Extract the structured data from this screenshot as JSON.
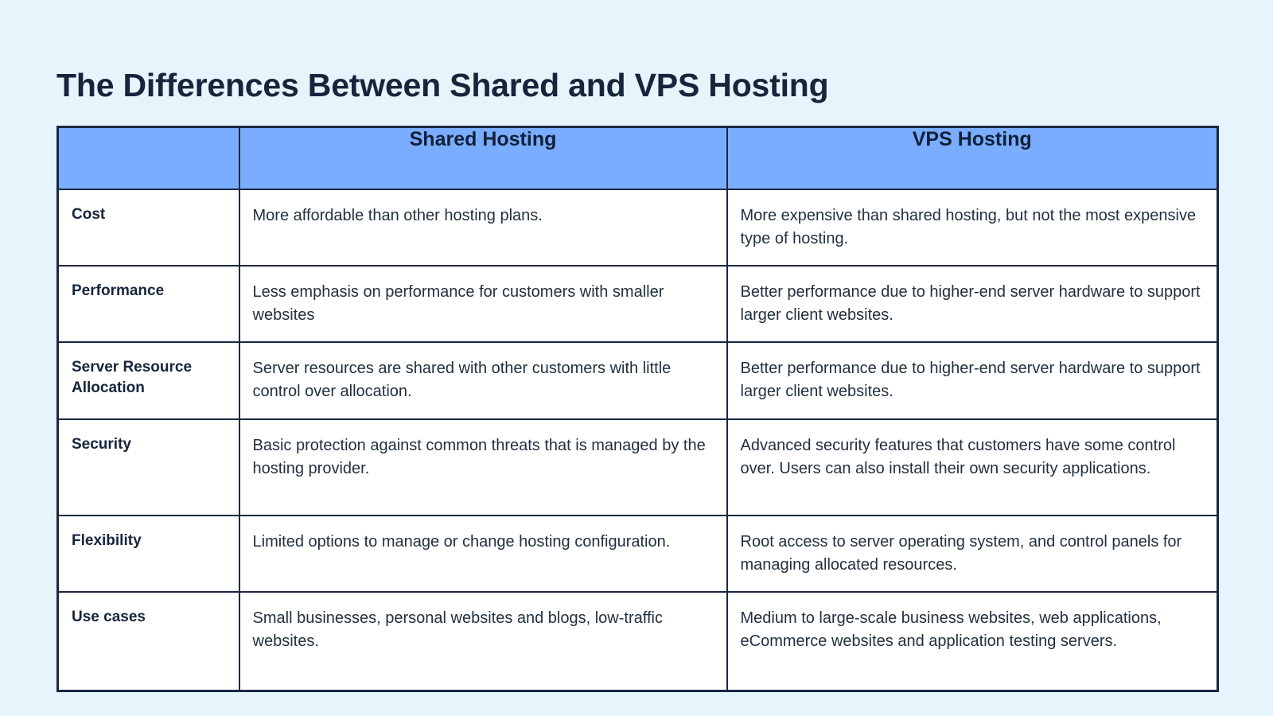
{
  "document": {
    "title": "The Differences Between Shared and VPS Hosting",
    "background_color": "#e6f4fb",
    "accent_color": "#7aadfd",
    "border_color": "#1b2740",
    "text_color": "#23303f",
    "heading_color": "#16253b"
  },
  "table": {
    "columns": [
      {
        "key": "label",
        "header": ""
      },
      {
        "key": "shared",
        "header": "Shared Hosting"
      },
      {
        "key": "vps",
        "header": "VPS Hosting"
      }
    ],
    "rows": [
      {
        "label": "Cost",
        "shared": "More affordable than other hosting plans.",
        "vps": "More expensive than shared hosting, but not the most expensive type of hosting."
      },
      {
        "label": "Performance",
        "shared": "Less emphasis on performance for customers with smaller websites",
        "vps": "Better performance due to higher-end server hardware to support larger client websites."
      },
      {
        "label": "Server Resource Allocation",
        "shared": "Server resources are shared with other customers with little control over allocation.",
        "vps": "Better performance due to higher-end server hardware to support larger client websites."
      },
      {
        "label": "Security",
        "shared": "Basic protection against common threats that is managed by the hosting provider.",
        "vps": "Advanced security features that customers have some control over. Users can also install their own security applications."
      },
      {
        "label": "Flexibility",
        "shared": "Limited options to manage or change hosting configuration.",
        "vps": "Root access to server operating system, and control panels for managing allocated resources."
      },
      {
        "label": "Use cases",
        "shared": "Small businesses, personal websites and blogs, low-traffic websites.",
        "vps": "Medium to large-scale business websites, web applications, eCommerce websites and application testing servers."
      }
    ]
  }
}
